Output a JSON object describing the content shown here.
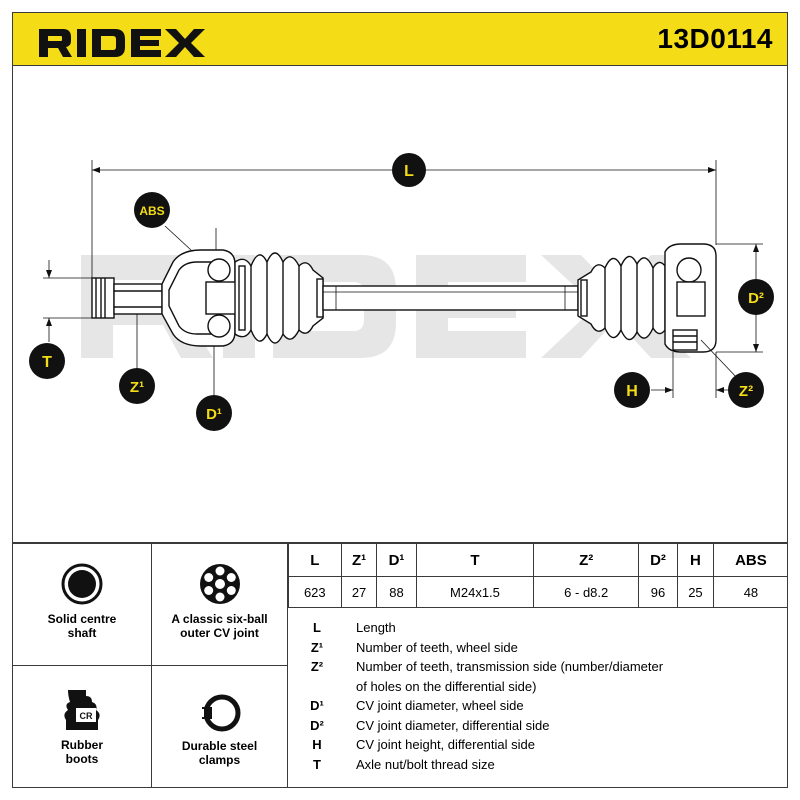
{
  "header": {
    "brand": "RIDEX",
    "part_number": "13D0114",
    "background": "#f4dc16"
  },
  "drawing": {
    "watermark": "RIDEX",
    "labels": {
      "L": "L",
      "ABS": "ABS",
      "T": "T",
      "Z1": "Z¹",
      "D1": "D¹",
      "H": "H",
      "Z2": "Z²",
      "D2": "D²"
    },
    "badge_color": "#f4dc16"
  },
  "features": [
    {
      "icon": "solid-shaft-icon",
      "label": "Solid centre shaft"
    },
    {
      "icon": "six-ball-joint-icon",
      "label": "A classic six-ball outer CV joint"
    },
    {
      "icon": "rubber-boot-icon",
      "label": "Rubber boots",
      "icon_text": "CR"
    },
    {
      "icon": "steel-clamp-icon",
      "label": "Durable steel clamps"
    }
  ],
  "specs": {
    "headers": [
      "L",
      "Z¹",
      "D¹",
      "T",
      "Z²",
      "D²",
      "H",
      "ABS"
    ],
    "values": [
      "623",
      "27",
      "88",
      "M24x1.5",
      "6 - d8.2",
      "96",
      "25",
      "48"
    ]
  },
  "legend": [
    {
      "symbol": "L",
      "text": "Length"
    },
    {
      "symbol": "Z¹",
      "text": "Number of teeth, wheel side"
    },
    {
      "symbol": "Z²",
      "text": "Number of teeth, transmission side (number/diameter"
    },
    {
      "symbol": "",
      "text": "of holes on the differential side)"
    },
    {
      "symbol": "D¹",
      "text": "CV joint diameter, wheel side"
    },
    {
      "symbol": "D²",
      "text": "CV joint diameter, differential side"
    },
    {
      "symbol": "H",
      "text": "CV joint height, differential side"
    },
    {
      "symbol": "T",
      "text": "Axle nut/bolt thread size"
    }
  ]
}
